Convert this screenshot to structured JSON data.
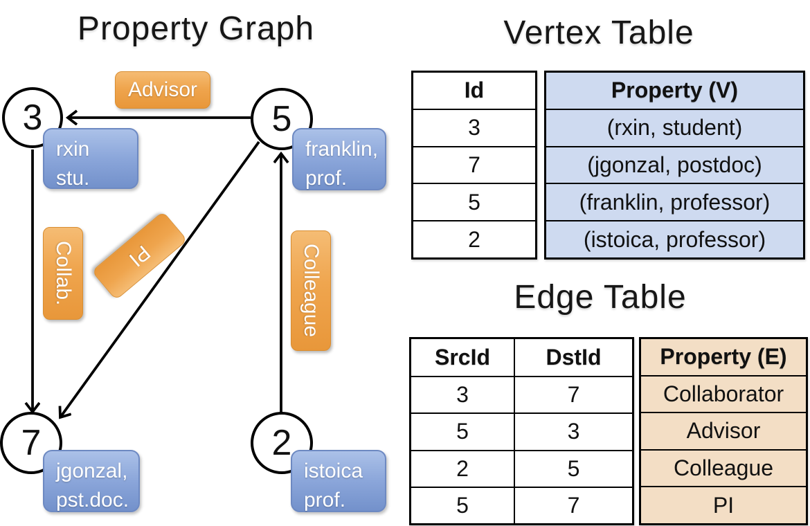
{
  "graph": {
    "title": "Property Graph",
    "nodes": [
      {
        "id": "3",
        "property_line1": "rxin",
        "property_line2": "stu."
      },
      {
        "id": "5",
        "property_line1": "franklin,",
        "property_line2": "prof."
      },
      {
        "id": "7",
        "property_line1": "jgonzal,",
        "property_line2": "pst.doc."
      },
      {
        "id": "2",
        "property_line1": "istoica",
        "property_line2": "prof."
      }
    ],
    "edges": [
      {
        "src": "5",
        "dst": "3",
        "label": "Advisor"
      },
      {
        "src": "3",
        "dst": "7",
        "label": "Collab."
      },
      {
        "src": "5",
        "dst": "7",
        "label": "PI"
      },
      {
        "src": "2",
        "dst": "5",
        "label": "Colleague"
      }
    ]
  },
  "vertex_table": {
    "title": "Vertex Table",
    "columns": {
      "id": "Id",
      "property": "Property (V)"
    },
    "rows": [
      {
        "id": "3",
        "property": "(rxin, student)"
      },
      {
        "id": "7",
        "property": "(jgonzal, postdoc)"
      },
      {
        "id": "5",
        "property": "(franklin, professor)"
      },
      {
        "id": "2",
        "property": "(istoica, professor)"
      }
    ]
  },
  "edge_table": {
    "title": "Edge Table",
    "columns": {
      "src": "SrcId",
      "dst": "DstId",
      "property": "Property (E)"
    },
    "rows": [
      {
        "src": "3",
        "dst": "7",
        "property": "Collaborator"
      },
      {
        "src": "5",
        "dst": "3",
        "property": "Advisor"
      },
      {
        "src": "2",
        "dst": "5",
        "property": "Colleague"
      },
      {
        "src": "5",
        "dst": "7",
        "property": "PI"
      }
    ]
  },
  "colors": {
    "edge_label_orange": "#EFA54E",
    "node_property_blue": "#8BA6DA",
    "vertex_property_fill": "#CEDAF0",
    "edge_property_fill": "#F3DEC5",
    "line_color": "#000000",
    "text_on_boxes": "#FFFFFF"
  }
}
